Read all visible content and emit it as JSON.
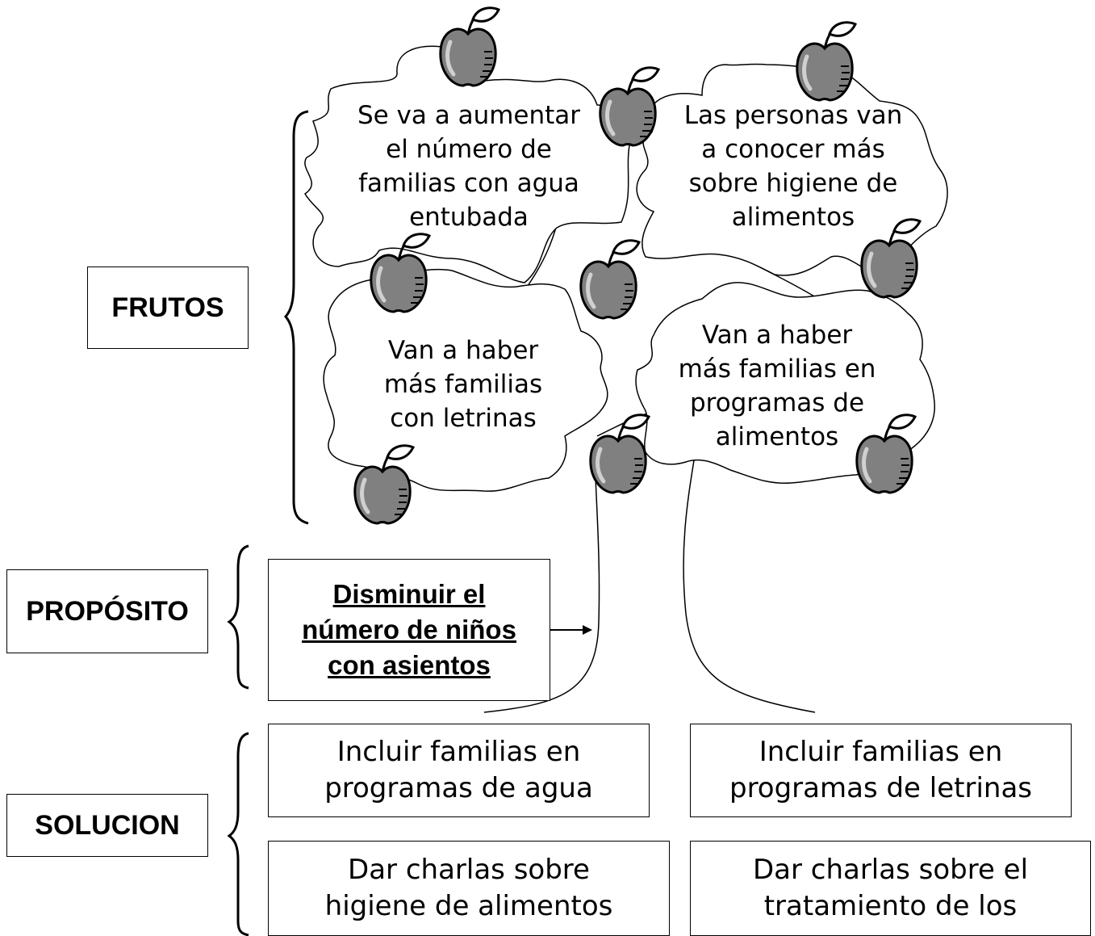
{
  "labels": {
    "frutos": "FRUTOS",
    "proposito": "PROPÓSITO",
    "solucion": "SOLUCION"
  },
  "fruits": [
    "Se va a aumentar\nel número de\nfamilias con agua\nentubada",
    "Las personas van\na conocer más\nsobre higiene de\nalimentos",
    "Van a haber\nmás familias\ncon letrinas",
    "Van a haber\nmás familias en\nprogramas de\nalimentos"
  ],
  "purpose": "Disminuir el\nnúmero de niños\ncon asientos",
  "solutions": [
    "Incluir familias en\nprogramas de agua",
    "Incluir familias en\nprogramas de letrinas",
    "Dar charlas sobre\nhigiene de alimentos",
    "Dar charlas sobre el\ntratamiento de los"
  ],
  "colors": {
    "apple": "#808080",
    "ink": "#000000"
  },
  "icons": {
    "fruit": "apple-icon"
  }
}
